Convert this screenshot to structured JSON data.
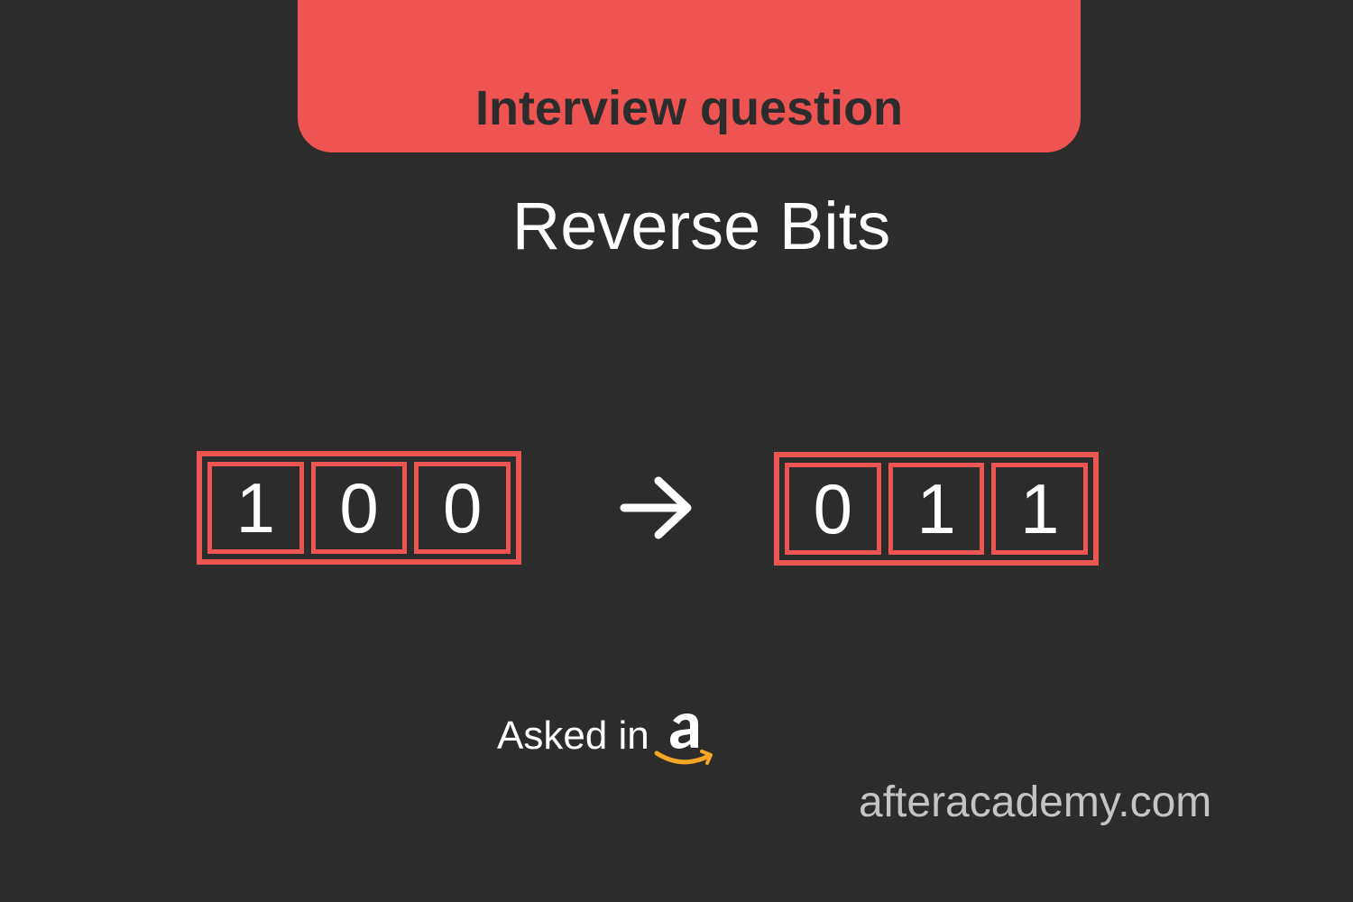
{
  "banner": {
    "label": "Interview question"
  },
  "title": "Reverse Bits",
  "diagram": {
    "input_bits": [
      "1",
      "0",
      "0"
    ],
    "output_bits": [
      "0",
      "1",
      "1"
    ],
    "arrow_icon": "arrow-right-icon"
  },
  "footer": {
    "asked_label": "Asked in",
    "company_logo": "amazon-logo-icon",
    "website": "afteracademy.com"
  },
  "colors": {
    "background": "#2c2c2c",
    "accent": "#ee5451",
    "text": "#ffffff",
    "muted_text": "#c4c4c4",
    "amazon_smile": "#f6a623"
  }
}
